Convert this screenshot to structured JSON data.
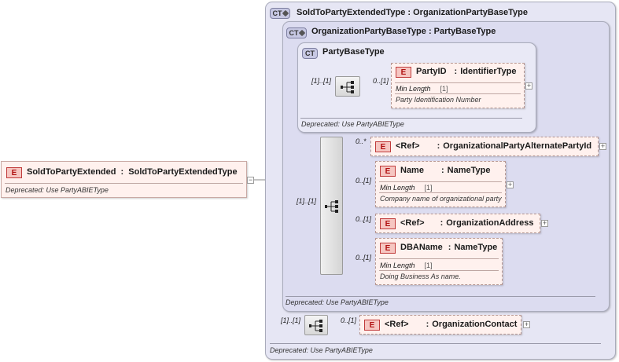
{
  "root_element": {
    "badge": "E",
    "name": "SoldToPartyExtended",
    "type_sep": ":",
    "type": "SoldToPartyExtendedType",
    "doc": "Deprecated: Use PartyABIEType",
    "collapse": "−"
  },
  "ct_outer": {
    "badge": "CT",
    "title": "SoldToPartyExtendedType : OrganizationPartyBaseType",
    "doc": "Deprecated: Use PartyABIEType"
  },
  "ct_middle": {
    "badge": "CT",
    "title": "OrganizationPartyBaseType : PartyBaseType",
    "doc": "Deprecated: Use PartyABIEType"
  },
  "ct_inner": {
    "badge": "CT",
    "title": "PartyBaseType",
    "doc": "Deprecated: Use PartyABIEType"
  },
  "cardinalities": {
    "inner_seq": "[1]..[1]",
    "party_id": "0..[1]",
    "choice": "[1]..[1]",
    "alt_party_id": "0..*",
    "name": "0..[1]",
    "address": "0..[1]",
    "dba_name": "0..[1]",
    "outer_seq": "[1]..[1]",
    "contact": "0..[1]"
  },
  "elements": {
    "party_id": {
      "badge": "E",
      "name": "PartyID",
      "type_sep": ":",
      "type": "IdentifierType",
      "facet_label": "Min Length",
      "facet_value": "[1]",
      "doc": "Party Identification Number"
    },
    "alt_party_id": {
      "badge": "E",
      "ref": "<Ref>",
      "type_sep": ":",
      "type": "OrganizationalPartyAlternatePartyId"
    },
    "name": {
      "badge": "E",
      "name": "Name",
      "type_sep": ":",
      "type": "NameType",
      "facet_label": "Min Length",
      "facet_value": "[1]",
      "doc": "Company name of organizational party"
    },
    "address": {
      "badge": "E",
      "ref": "<Ref>",
      "type_sep": ":",
      "type": "OrganizationAddress"
    },
    "dba_name": {
      "badge": "E",
      "name": "DBAName",
      "type_sep": ":",
      "type": "NameType",
      "facet_label": "Min Length",
      "facet_value": "[1]",
      "doc": "Doing Business As name."
    },
    "contact": {
      "badge": "E",
      "ref": "<Ref>",
      "type_sep": ":",
      "type": "OrganizationContact"
    }
  },
  "expand_symbol": "+",
  "colors": {
    "element_fill": "#fff1ee",
    "element_badge": "#f6c6c1",
    "complex_type_fill": "#e6e6f4",
    "connector": "#8a8a8a"
  }
}
